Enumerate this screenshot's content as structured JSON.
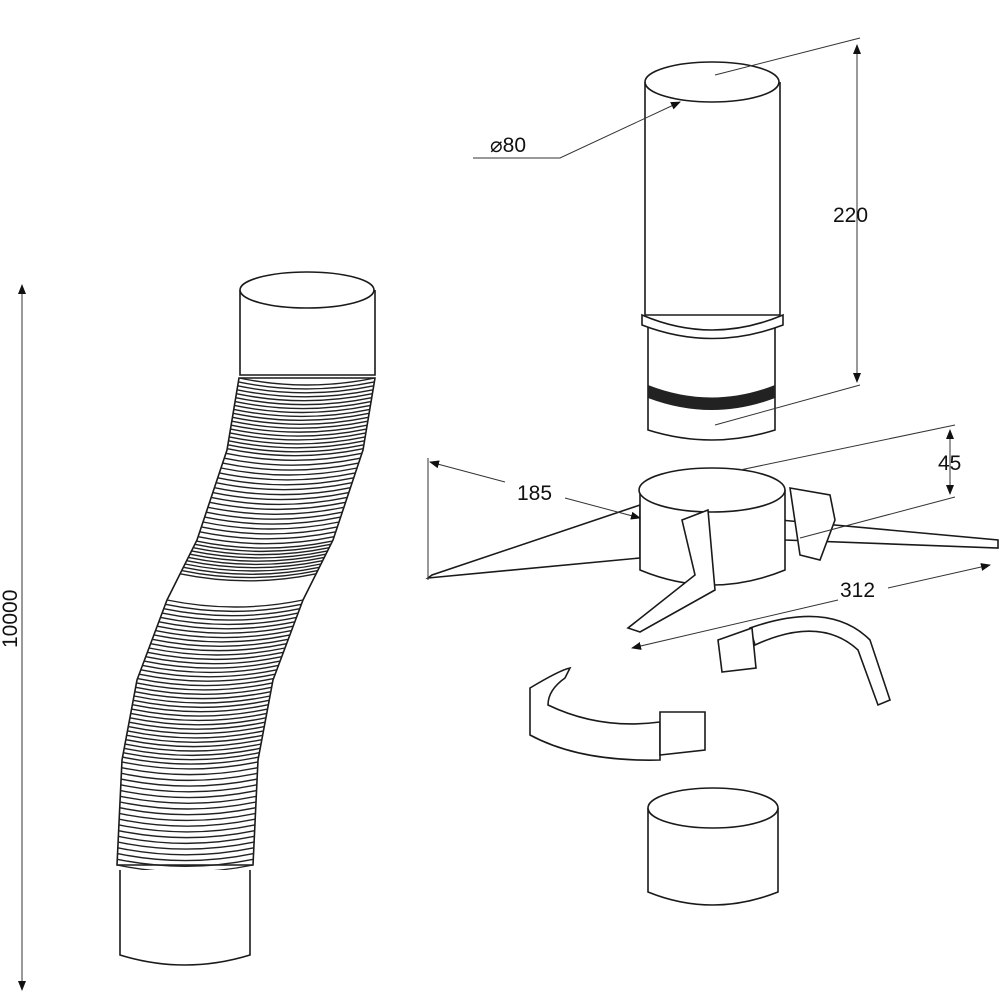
{
  "dimensions": {
    "diameter": "⌀80",
    "pipe_height": "220",
    "collar_height": "45",
    "arm_length": "185",
    "span_width": "312",
    "total_length": "10000"
  },
  "colors": {
    "line": "#1a1a1a",
    "background": "#ffffff"
  }
}
